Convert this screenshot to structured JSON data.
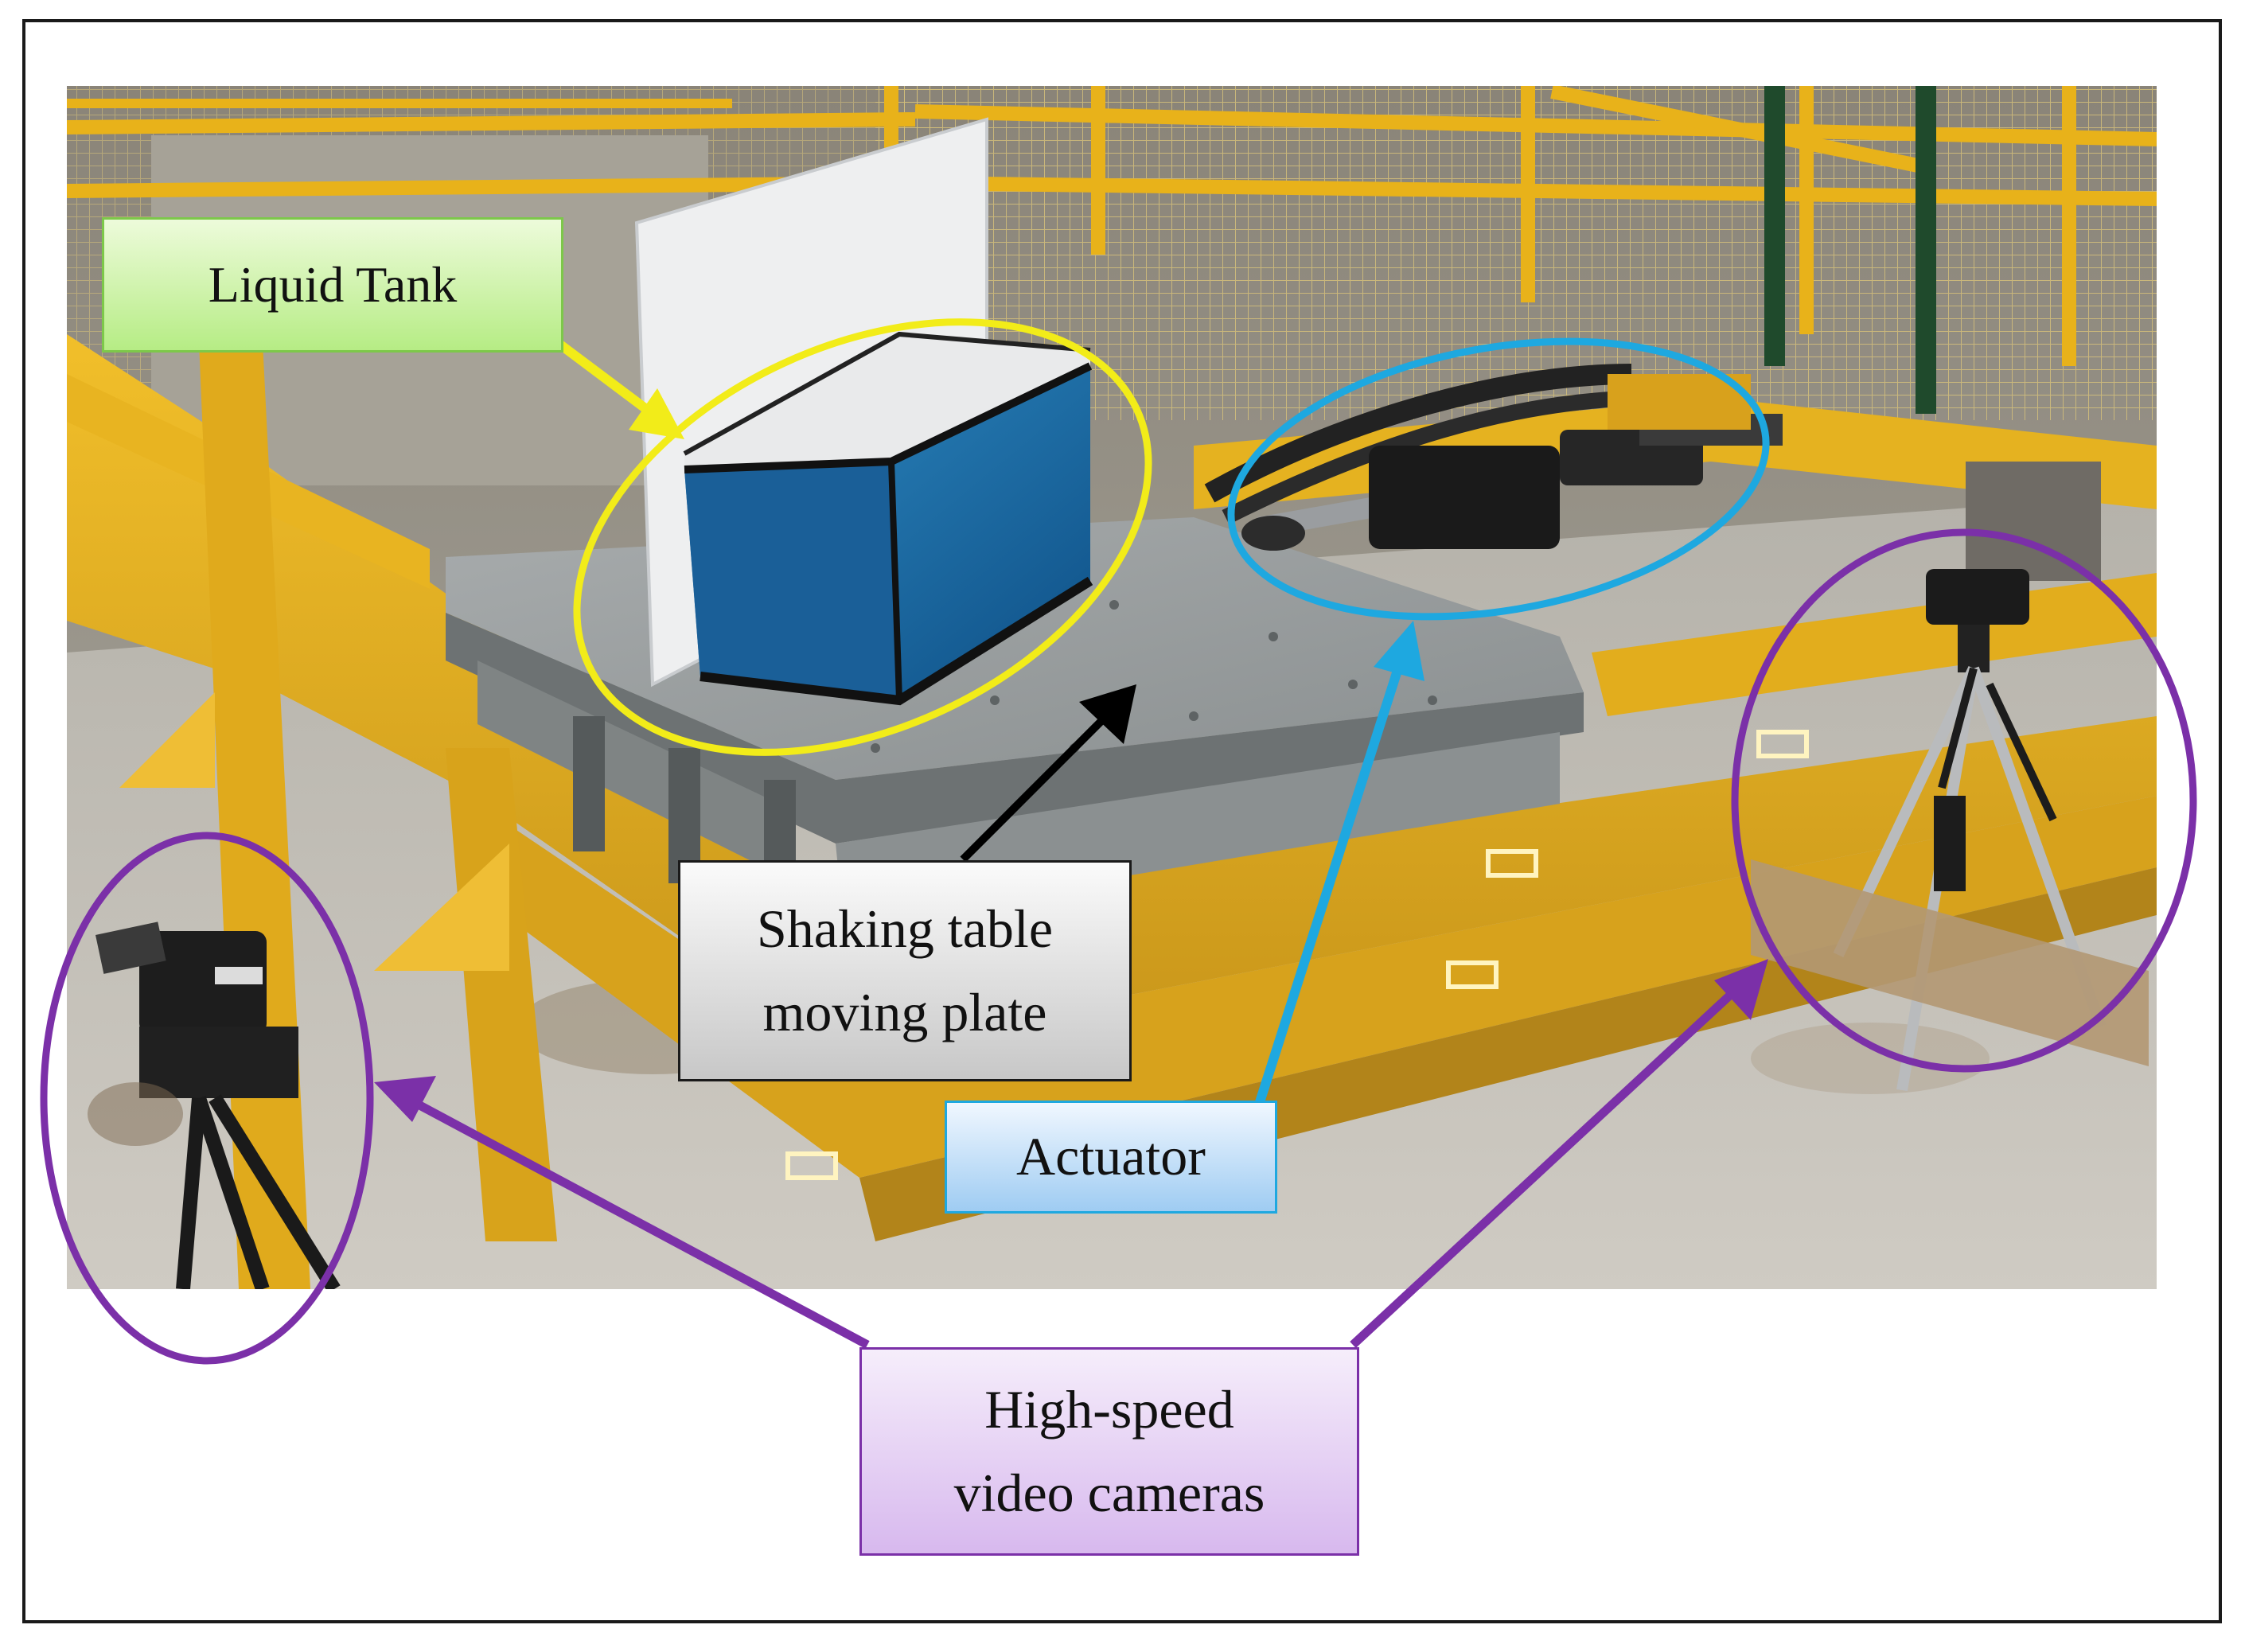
{
  "labels": {
    "liquid_tank": "Liquid Tank",
    "shaking_table": [
      "Shaking table",
      "moving plate"
    ],
    "actuator": "Actuator",
    "cameras": [
      "High-speed",
      "video cameras"
    ]
  },
  "colors": {
    "tank_annotation": "#f2ec19",
    "actuator_annotation": "#1ea8e0",
    "camera_annotation": "#7b30a8",
    "table_arrow": "#000000",
    "frame_yellow": "#e8b21a",
    "table_gray": "#9a9e9f",
    "tank_blue": "#1d6ea8"
  },
  "icons": [
    "yellow-ellipse",
    "blue-ellipse",
    "purple-ellipse",
    "callout-arrow",
    "tripod-camera"
  ]
}
